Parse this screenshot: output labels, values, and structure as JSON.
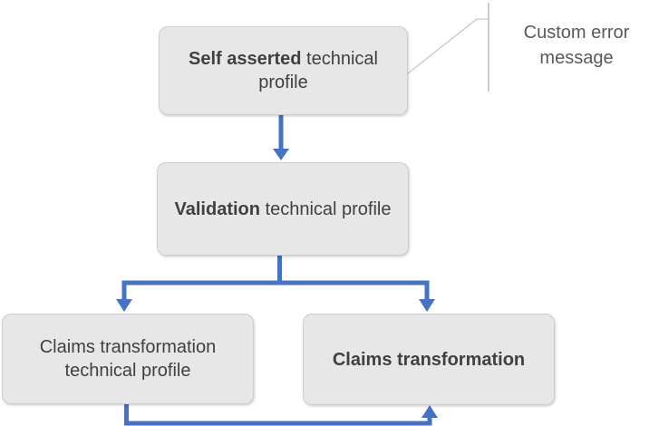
{
  "colors": {
    "arrow_color": "#4472C4",
    "leader_color": "#C6C6C6",
    "box_fill": "#E8E7E7",
    "box_border": "#CDCDCD",
    "box_text": "#404040",
    "callout_text": "#595959"
  },
  "nodes": [
    {
      "bold": "Self asserted",
      "regular": " technical profile"
    },
    {
      "bold": "Validation",
      "regular": " technical profile"
    },
    {
      "bold": "",
      "regular": "Claims transformation technical profile"
    },
    {
      "bold": "Claims transformation",
      "regular": ""
    }
  ],
  "callout": {
    "label": "Custom error message"
  }
}
